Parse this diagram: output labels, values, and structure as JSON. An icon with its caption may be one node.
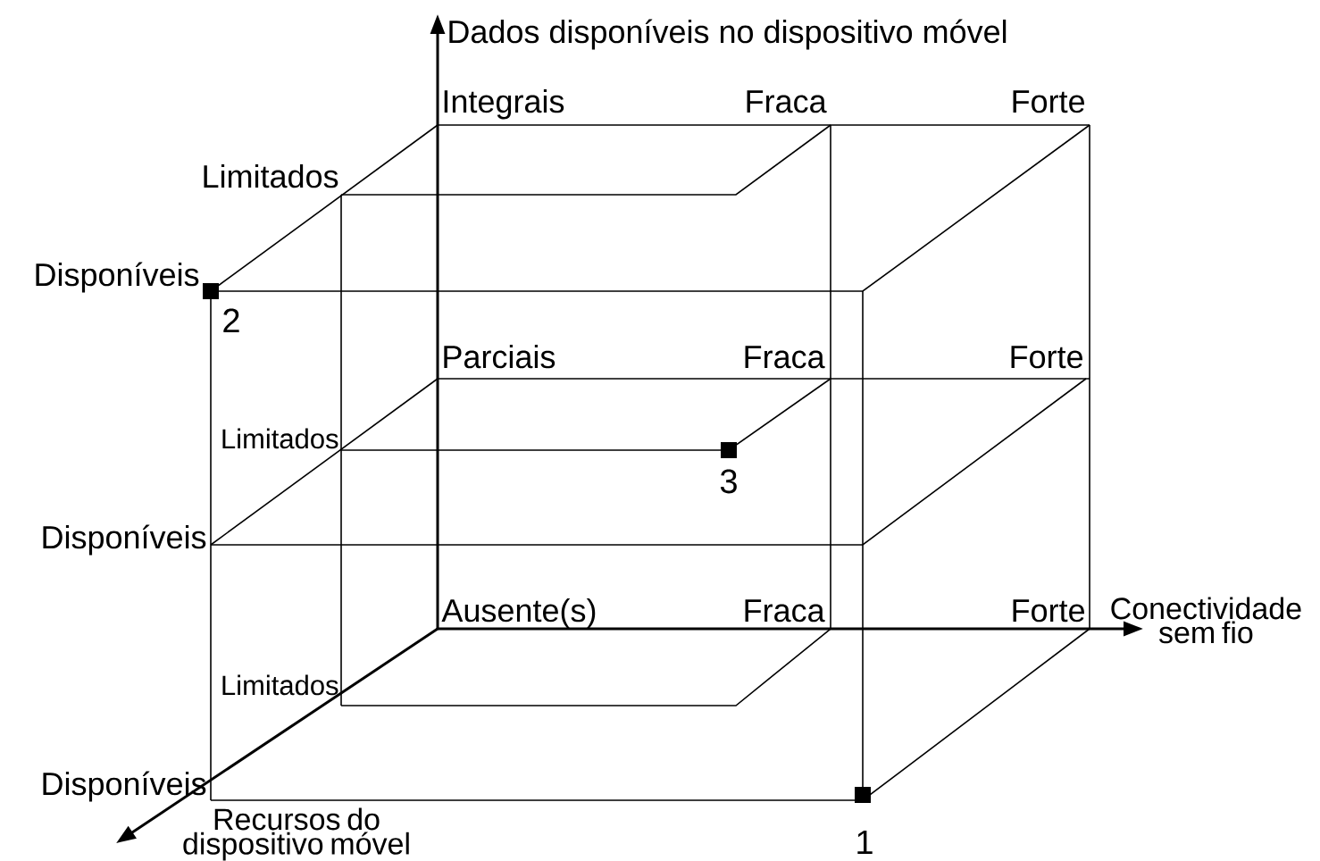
{
  "diagram": {
    "labels": [
      "Dados disponíveis no dispositivo móvel",
      "Integrais",
      "Fraca",
      "Forte",
      "Limitados",
      "Disponíveis",
      "2",
      "Parciais",
      "Fraca",
      "Forte",
      "Limitados",
      "3",
      "Disponíveis",
      "Ausente(s)",
      "Fraca",
      "Forte",
      "Conectividade sem fio",
      "Limitados",
      "Disponíveis",
      "1",
      "Recursos do dispositivo móvel"
    ]
  }
}
